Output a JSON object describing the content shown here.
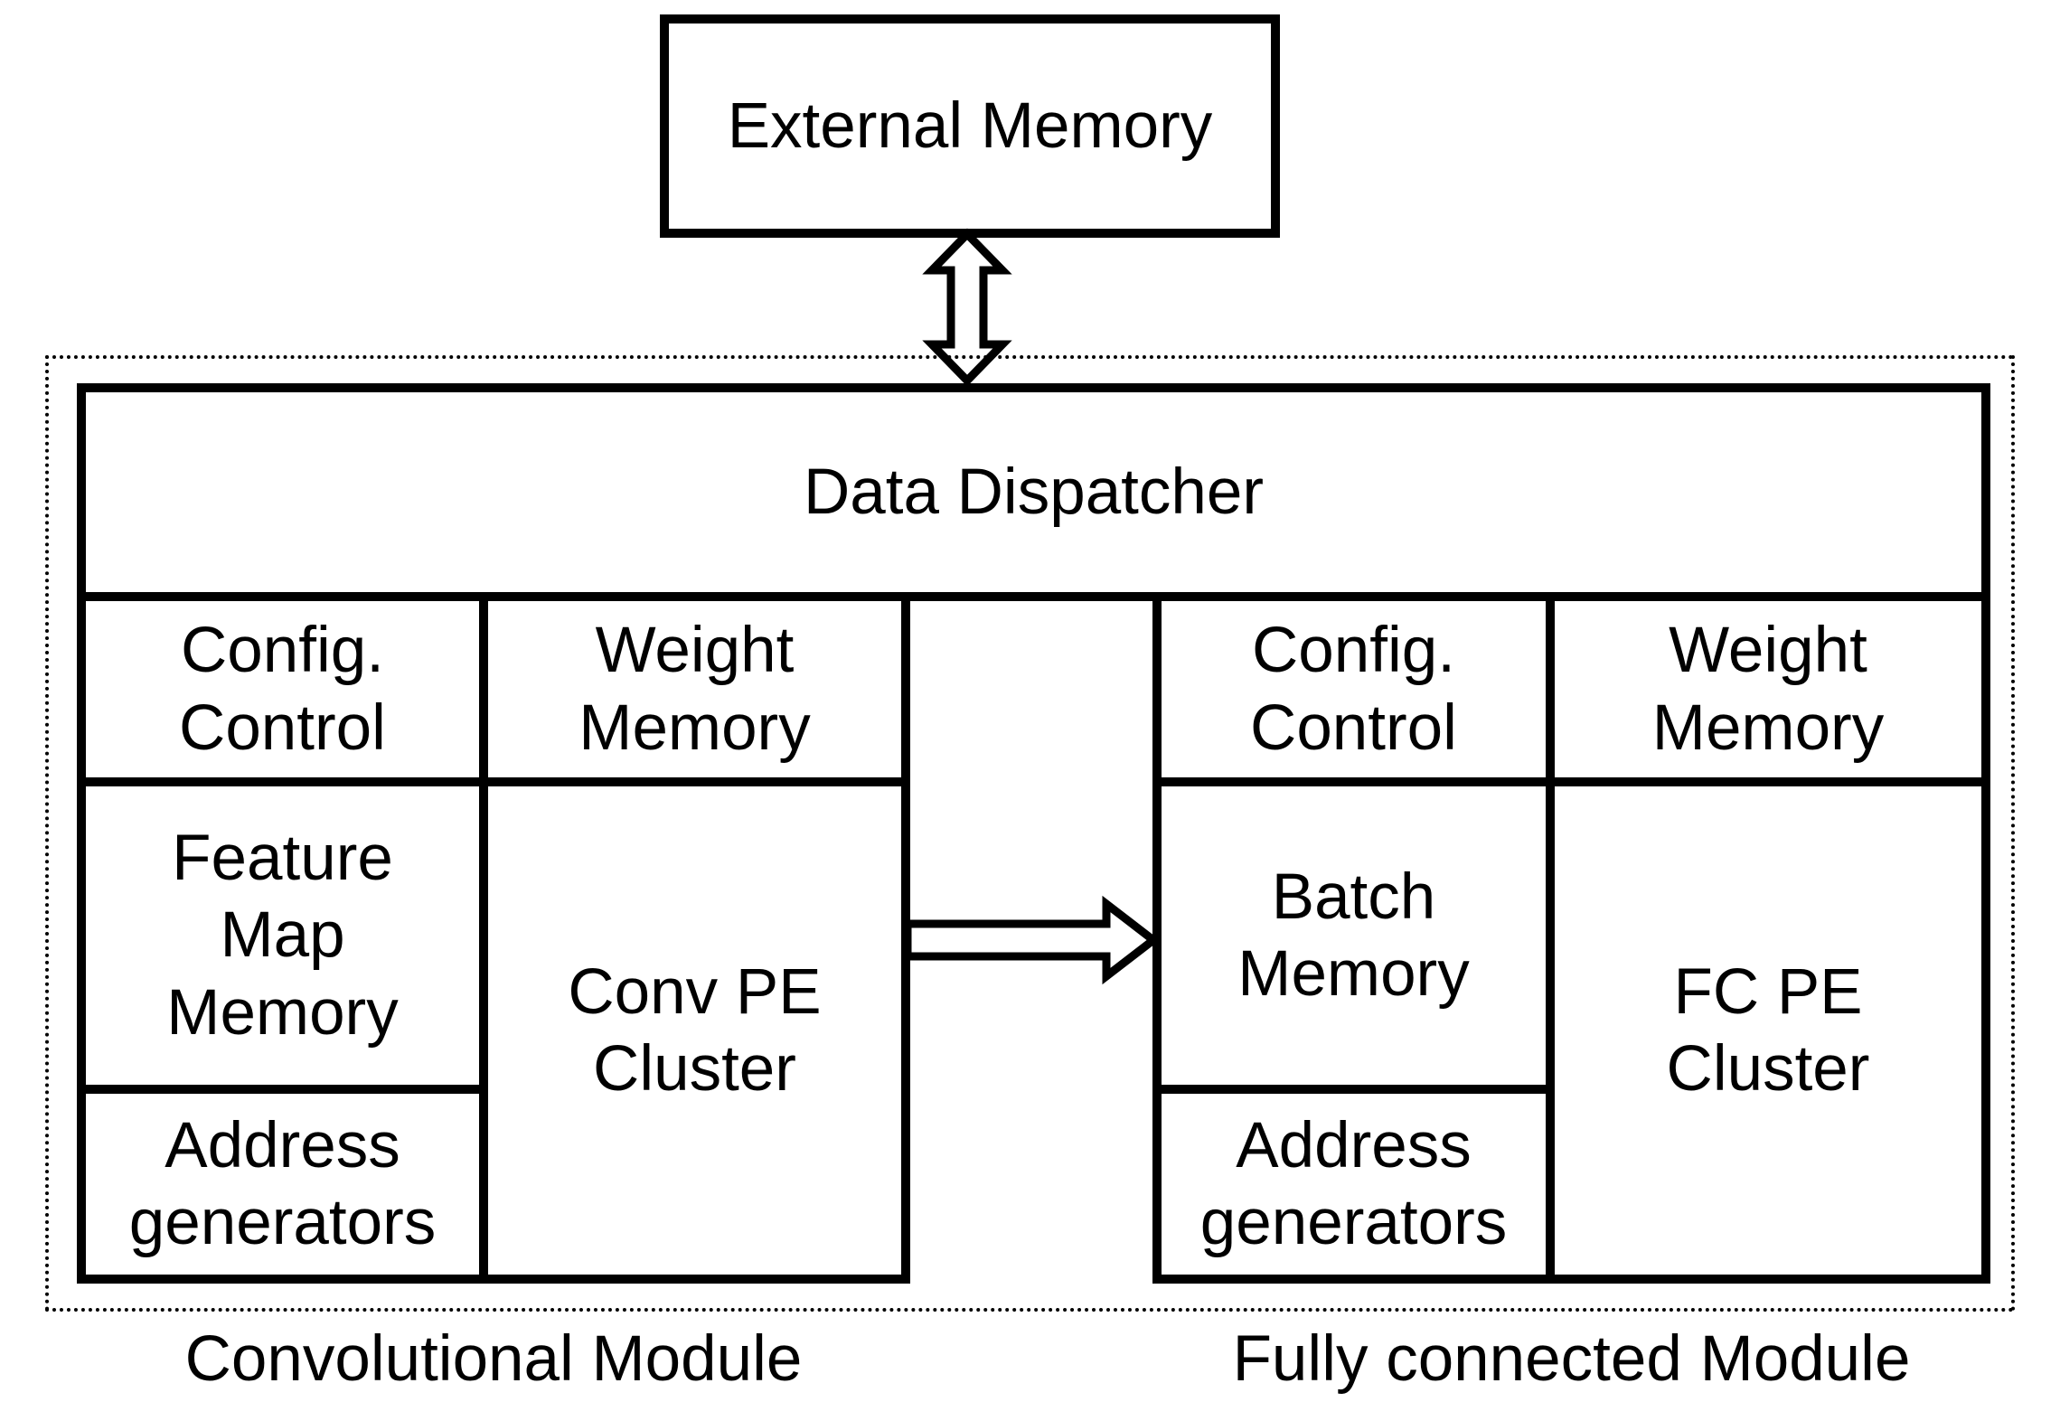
{
  "diagram": {
    "external_memory": {
      "label": "External Memory"
    },
    "data_dispatcher": {
      "label": "Data Dispatcher"
    },
    "conv_module": {
      "caption": "Convolutional Module",
      "config_control": "Config.\nControl",
      "weight_memory": "Weight\nMemory",
      "feature_map_memory": "Feature\nMap\nMemory",
      "conv_pe_cluster": "Conv PE\nCluster",
      "address_generators": "Address\ngenerators"
    },
    "fc_module": {
      "caption": "Fully connected Module",
      "config_control": "Config.\nControl",
      "weight_memory": "Weight\nMemory",
      "batch_memory": "Batch\nMemory",
      "fc_pe_cluster": "FC PE\nCluster",
      "address_generators": "Address\ngenerators"
    },
    "arrows": {
      "external_memory_link": "bidirectional-vertical-arrow",
      "conv_to_fc_link": "right-arrow"
    },
    "colors": {
      "line": "#000000",
      "background": "#ffffff"
    }
  }
}
